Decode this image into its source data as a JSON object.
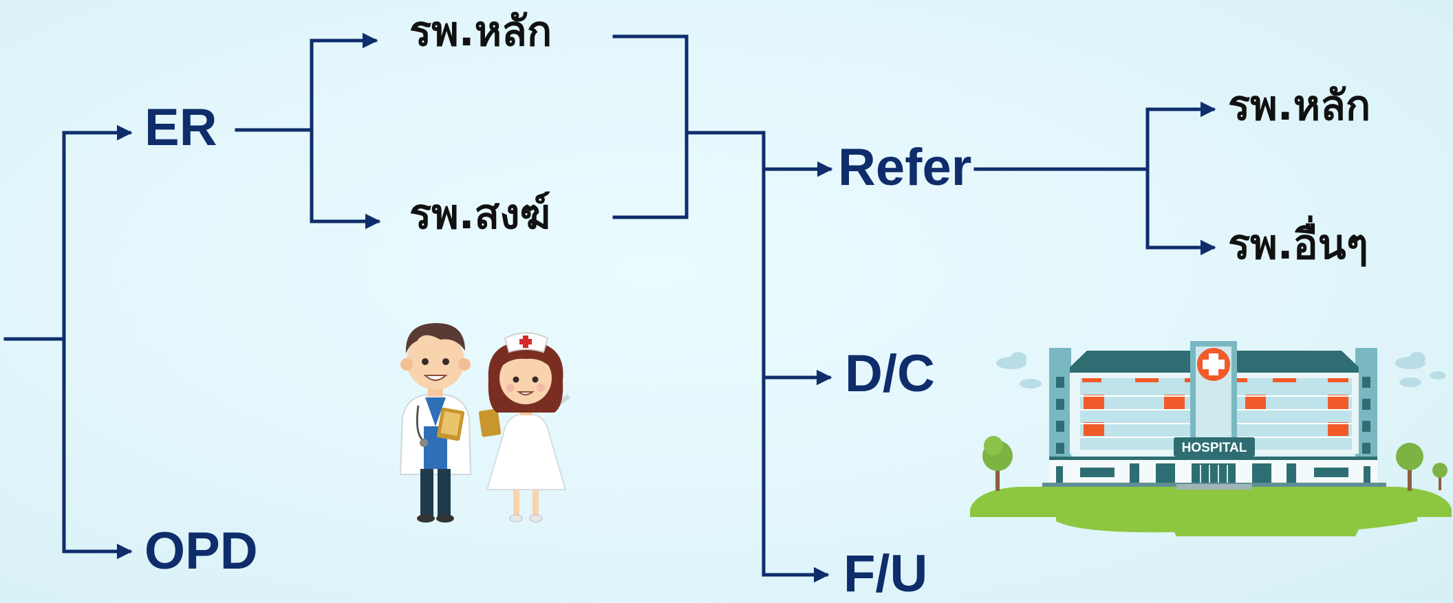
{
  "nodes": {
    "er": "ER",
    "opd": "OPD",
    "main_hospital": "รพ.หลัก",
    "monk_hospital": "รพ.สงฆ์",
    "refer": "Refer",
    "dc": "D/C",
    "fu": "F/U",
    "refer_main_hospital": "รพ.หลัก",
    "refer_other_hospitals": "รพ.อื่นๆ"
  },
  "illustrations": {
    "staff": "doctor-and-nurse",
    "building": "hospital-building",
    "building_sign": "HOSPITAL"
  },
  "colors": {
    "line": "#0f2d6b",
    "english_text": "#0f2d6b",
    "thai_text": "#111111",
    "background": "#e4f7fc",
    "grass": "#8dc63f",
    "hospital_accent": "#f15a29"
  }
}
